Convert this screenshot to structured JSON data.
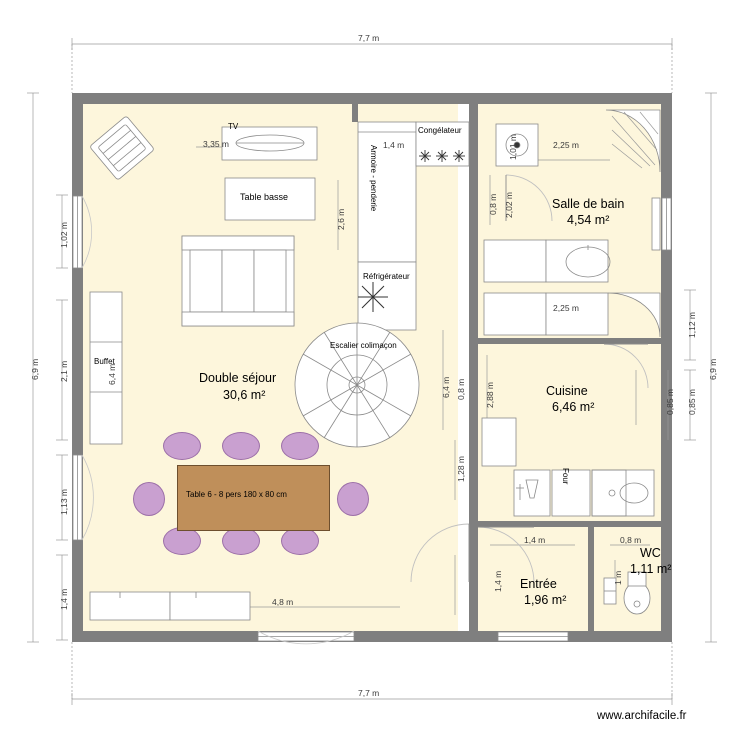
{
  "meta": {
    "credit": "www.archifacile.fr"
  },
  "dimensions": {
    "top_overall": "7,7 m",
    "bottom_overall": "7,7 m",
    "left_overall": "6,9 m",
    "right_overall": "6,9 m",
    "left_segments": [
      "1,02 m",
      "2,1 m",
      "1,13 m",
      "1,4 m"
    ],
    "left_inner": [
      "6,4 m"
    ],
    "right_segments": [
      "1,12 m",
      "0,85 m"
    ],
    "right_inner": [
      "0,85 m"
    ],
    "misc": [
      "3,35 m",
      "1,4 m",
      "2,6 m",
      "1,01 m",
      "2,25 m",
      "0,8 m",
      "2,02 m",
      "2,25 m",
      "6,4 m",
      "0,8 m",
      "2,88 m",
      "1,28 m",
      "1,4 m",
      "0,8 m",
      "1,4 m",
      "1 m",
      "4,8 m"
    ]
  },
  "rooms": [
    {
      "name": "Double séjour",
      "area": "30,6 m²"
    },
    {
      "name": "Salle de bain",
      "area": "4,54 m²"
    },
    {
      "name": "Cuisine",
      "area": "6,46 m²"
    },
    {
      "name": "WC",
      "area": "1,11 m²"
    },
    {
      "name": "Entrée",
      "area": "1,96 m²"
    }
  ],
  "labels": {
    "tv": "TV",
    "table_basse": "Table basse",
    "congelateur": "Congélateur",
    "refrigerateur": "Réfrigérateur",
    "armoire": "Armoire - penderie",
    "escalier": "Escalier colimaçon",
    "buffet": "Buffet",
    "table6": "Table 6 - 8 pers  180 x 80 cm",
    "four": "Four"
  }
}
